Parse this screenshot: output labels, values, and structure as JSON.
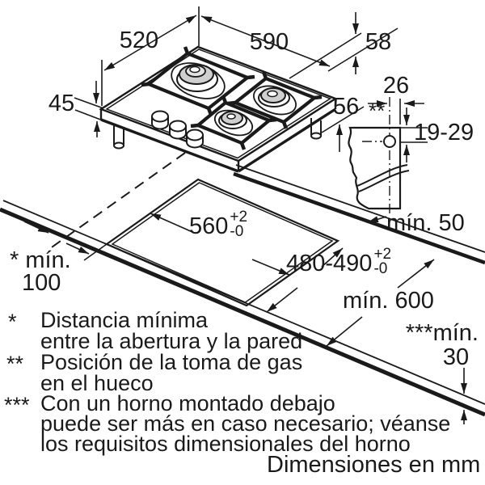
{
  "drawing": {
    "dims": {
      "hob_depth": "520",
      "hob_width": "590",
      "corner_height": "58",
      "hob_height": "45",
      "gas_side_offset": "56",
      "gas_side_offset_ref": "**",
      "gas_edge_offset": "26",
      "gas_height_range": "19-29",
      "side_clearance": "mín. 50",
      "cutout_width": "560",
      "cutout_width_tol_plus": "+2",
      "cutout_width_tol_minus": "-0",
      "cutout_depth": "480-490",
      "cutout_depth_tol_plus": "+2",
      "cutout_depth_tol_minus": "-0",
      "worktop_depth": "mín. 600",
      "wall_clearance_label": "* mín.",
      "wall_clearance_value": "100",
      "bottom_clearance_label": "***mín.",
      "bottom_clearance_value": "30"
    },
    "footnotes": [
      {
        "marker": "*",
        "lines": [
          "Distancia mínima",
          "entre la abertura y la pared"
        ]
      },
      {
        "marker": "**",
        "lines": [
          "Posición de la toma de gas",
          "en el hueco"
        ]
      },
      {
        "marker": "***",
        "lines": [
          "Con un horno montado debajo",
          "puede ser más en caso necesario; véanse",
          "los requisitos dimensionales del horno"
        ]
      }
    ],
    "units_note": "Dimensiones en mm"
  }
}
